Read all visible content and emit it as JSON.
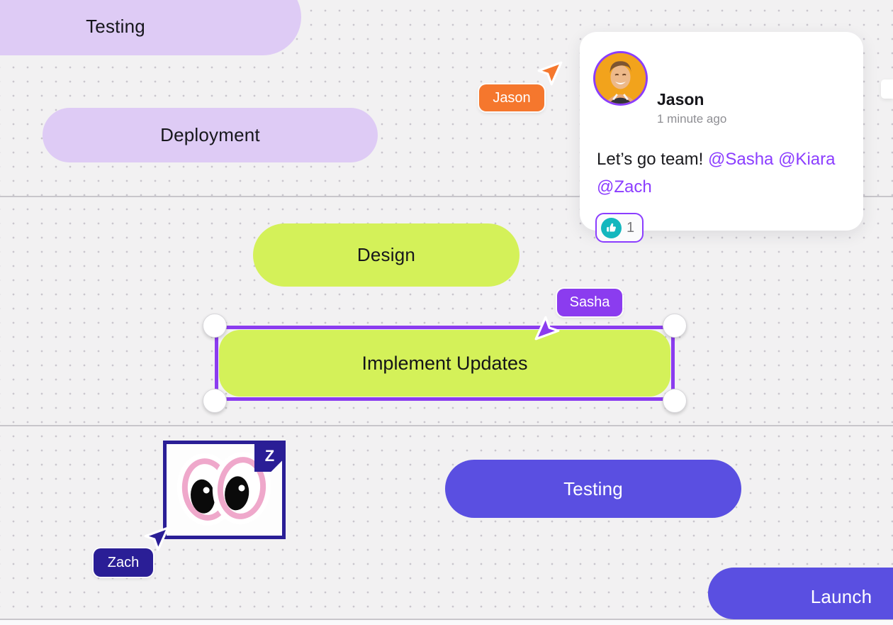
{
  "board": {
    "background_color": "#F2F1F2",
    "dot_grid_color": "#C9C6CD",
    "lane_divider_color": "#C8C6CB"
  },
  "pills": {
    "testing_top": {
      "label": "Testing",
      "color": "#DECBF5",
      "text_color": "#17171C"
    },
    "deployment": {
      "label": "Deployment",
      "color": "#DECBF5",
      "text_color": "#17171C"
    },
    "design": {
      "label": "Design",
      "color": "#D4F159",
      "text_color": "#17171C"
    },
    "implement_updates": {
      "label": "Implement Updates",
      "color": "#D4F159",
      "text_color": "#141418"
    },
    "testing_bottom": {
      "label": "Testing",
      "color": "#5A4FE1",
      "text_color": "#FFFFFF"
    },
    "launch": {
      "label": "Launch",
      "color": "#5A4FE1",
      "text_color": "#FFFFFF"
    }
  },
  "collaborators": {
    "jason": {
      "label": "Jason",
      "color": "#F5772D"
    },
    "sasha": {
      "label": "Sasha",
      "color": "#8B3CEF"
    },
    "zach": {
      "label": "Zach",
      "color": "#2A1E96"
    }
  },
  "comment_card": {
    "author": "Jason",
    "timestamp": "1 minute ago",
    "message": "Let’s go team! ",
    "mentions": "@Sasha @Kiara @Zach",
    "mention_color": "#8B3DFF",
    "reaction": {
      "icon": "thumbs-up-icon",
      "icon_color": "#14B7BE",
      "count": "1"
    }
  },
  "sticker": {
    "badge_letter": "Z"
  },
  "selection": {
    "implement_updates_border_color": "#8B3CEF",
    "sticker_border_color": "#2A1E96"
  }
}
